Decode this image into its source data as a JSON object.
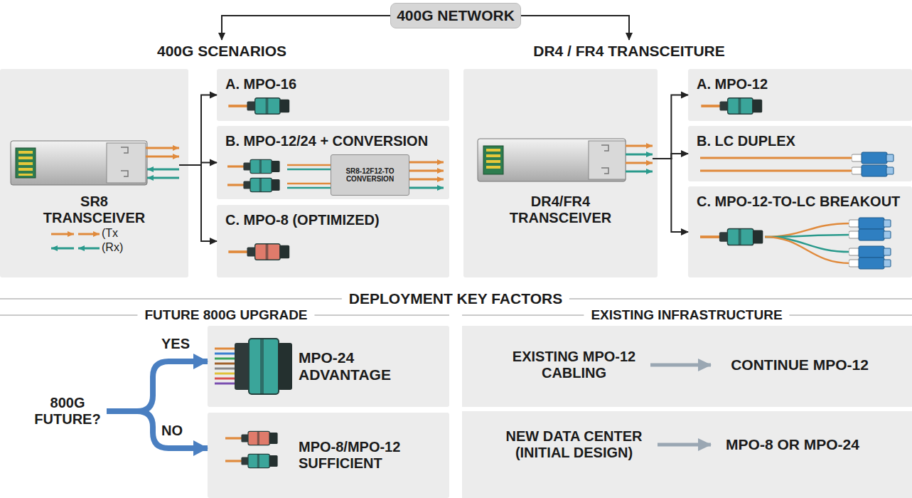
{
  "diagram": {
    "nodes": [
      {
        "text": [
          "400G NETWORK"
        ]
      },
      {
        "text": [
          "400G SCENARIOS"
        ]
      },
      {
        "text": [
          "DR4 / FR4 TRANSCEITURE"
        ]
      },
      {
        "text": [
          "SR8 TRANSCEIVER"
        ]
      },
      {
        "text": [
          "A. MPO-16"
        ]
      },
      {
        "text": [
          "B. MPO-12/24 + CONVERSION"
        ]
      },
      {
        "text": [
          "SR8-12F12-TO CONVERSION"
        ],
        "in": 5
      },
      {
        "text": [
          "C. MPO-8 (OPTIMIZED)"
        ]
      },
      {
        "text": [
          "DR4/FR4 TRANSCEIVER"
        ]
      },
      {
        "text": [
          "A. MPO-12"
        ]
      },
      {
        "text": [
          "B. LC DUPLEX"
        ]
      },
      {
        "text": [
          "C. MPO-12-TO-LC BREAKOUT"
        ]
      },
      {
        "text": [
          "800G FUTURE?"
        ]
      },
      {
        "text": [
          "MPO-24 ADVANTAGE"
        ]
      },
      {
        "text": [
          "MPO-8/MPO-12 SUFFICIENT"
        ]
      },
      {
        "text": [
          "EXISTING MPO-12 CABLING"
        ]
      },
      {
        "text": [
          "CONTINUE MPO-12"
        ]
      },
      {
        "text": [
          "NEW DATA CENTER (INITIAL DESIGN)"
        ]
      },
      {
        "text": [
          "MPO-8 OR MPO-24"
        ]
      }
    ],
    "edges": [
      {
        "from": 0,
        "to": 1,
        "arrow": "to"
      },
      {
        "from": 0,
        "to": 2,
        "arrow": "to"
      },
      {
        "from": 3,
        "to": 4,
        "arrow": "to"
      },
      {
        "from": 3,
        "to": 5,
        "arrow": "to"
      },
      {
        "from": 3,
        "to": 7,
        "arrow": "to"
      },
      {
        "from": 8,
        "to": 9,
        "arrow": "to"
      },
      {
        "from": 8,
        "to": 10,
        "arrow": "to"
      },
      {
        "from": 8,
        "to": 11,
        "arrow": "to"
      },
      {
        "from": 12,
        "to": 13,
        "label": "YES",
        "arrow": "to"
      },
      {
        "from": 12,
        "to": 14,
        "label": "NO",
        "arrow": "to"
      },
      {
        "from": 15,
        "to": 16,
        "arrow": "to"
      },
      {
        "from": 17,
        "to": 18,
        "arrow": "to"
      }
    ],
    "labels": [
      "(Tx",
      "(Rx)",
      "DEPLOYMENT KEY FACTORS",
      "FUTURE 800G UPGRADE",
      "EXISTING INFRASTRUCTURE"
    ]
  }
}
